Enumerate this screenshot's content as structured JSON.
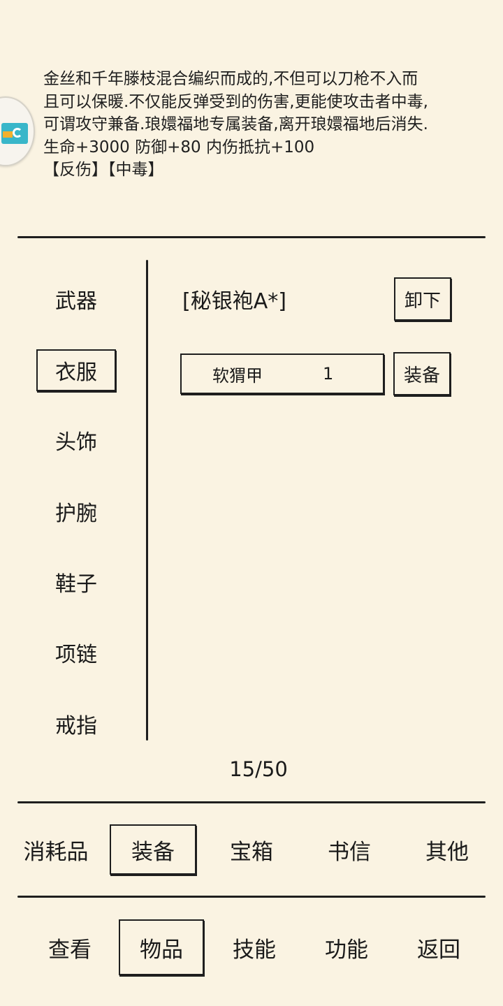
{
  "item_description": {
    "lines": [
      "金丝和千年滕枝混合编织而成的,不但可以刀枪不入而",
      "且可以保暖.不仅能反弹受到的伤害,更能使攻击者中毒,",
      "可谓攻守兼备.琅嬛福地专属装备,离开琅嬛福地后消失.",
      "生命+3000 防御+80 内伤抵抗+100",
      "【反伤】【中毒】"
    ]
  },
  "categories": [
    "武器",
    "衣服",
    "头饰",
    "护腕",
    "鞋子",
    "项链",
    "戒指"
  ],
  "selected_category": "衣服",
  "equipped": {
    "name": "[秘银袍A*]",
    "unequip_label": "卸下"
  },
  "inventory_items": [
    {
      "name": "软猬甲",
      "qty": "1",
      "action_label": "装备"
    }
  ],
  "capacity": "15/50",
  "item_tabs": [
    "消耗品",
    "装备",
    "宝箱",
    "书信",
    "其他"
  ],
  "selected_item_tab": "装备",
  "main_tabs": [
    "查看",
    "物品",
    "技能",
    "功能",
    "返回"
  ],
  "selected_main_tab": "物品",
  "colors": {
    "background": "#faf3e2",
    "ink": "#1e1e1e",
    "bubble_accent": "#39b6c9",
    "bubble_accent2": "#f3b02d"
  }
}
